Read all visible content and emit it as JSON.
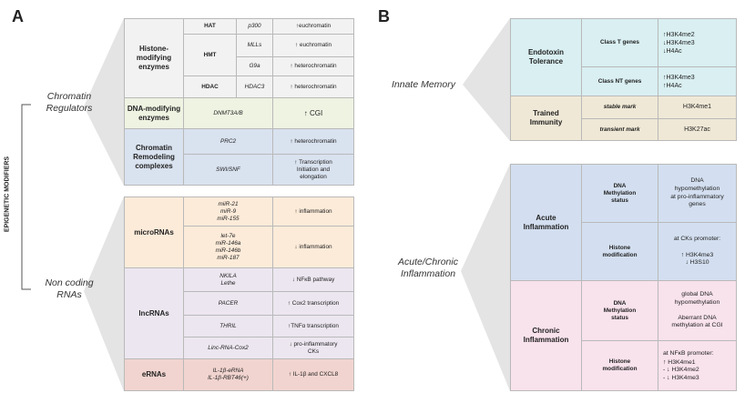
{
  "panel_a": {
    "letter": "A",
    "vertical_label": "EPIGENETIC MODIFIERS",
    "chromatin_regulators_label": "Chromatin\nRegulators",
    "non_coding_label": "Non coding\nRNAs",
    "histone_modifying": {
      "category": "Histone-\nmodifying\nenzymes",
      "hat": "HAT",
      "p300": "p300",
      "p300_effect": "↑euchromatin",
      "hmt": "HMT",
      "mlls": "MLLs",
      "mlls_effect": "↑ euchromatin",
      "g9a": "G9a",
      "g9a_effect": "↑ heterochromatin",
      "hdac": "HDAC",
      "hdac3": "HDAC3",
      "hdac3_effect": "↑ heterochromatin"
    },
    "dna_modifying": {
      "category": "DNA-modifying\nenzymes",
      "enzyme": "DNMT3A/B",
      "effect": "↑ CGI"
    },
    "chromatin_remodeling": {
      "category": "Chromatin\nRemodeling\ncomplexes",
      "prc2": "PRC2",
      "prc2_effect": "↑ heterochromatin",
      "swi": "SWI/SNF",
      "swi_effect": "↑ Transcription\nInitiation and\nelongation"
    },
    "micrornas": {
      "category": "microRNAs",
      "group1": "miiR-21\nmiR-9\nmiR-155",
      "group1_effect": "↑ inflammation",
      "group2": "let-7e\nmiR-146a\nmiR-146b\nmiR-187",
      "group2_effect": "↓ inflammation"
    },
    "lncrnas": {
      "category": "lncRNAs",
      "nkila": "NKILA\nLethe",
      "nkila_effect": "↓ NFκB pathway",
      "pacer": "PACER",
      "pacer_effect": "↑ Cox2 transcription",
      "thril": "THRIL",
      "thril_effect": "↑TNFα transcription",
      "linc": "Linc-RNA-Cox2",
      "linc_effect": "↓ pro-inflammatory\nCKs"
    },
    "ernas": {
      "category": "eRNAs",
      "items": "IL-1β-eRNA\nIL-1β-RBT46(+)",
      "effect": "↑ IL-1β and CXCL8"
    }
  },
  "panel_b": {
    "letter": "B",
    "innate_memory_label": "Innate Memory",
    "acute_chronic_label": "Acute/Chronic\nInflammation",
    "endotoxin": {
      "category": "Endotoxin\nTolerance",
      "class_t": "Class T genes",
      "class_t_effect": "↑H3K4me2\n↓H3K4me3\n↓H4Ac",
      "class_nt": "Class NT genes",
      "class_nt_effect": "↑H3K4me3\n↑H4Ac"
    },
    "trained": {
      "category": "Trained\nImmunity",
      "stable": "stable mark",
      "stable_value": "H3K4me1",
      "transient": "transient mark",
      "transient_value": "H3K27ac"
    },
    "acute": {
      "category": "Acute\nInflammation",
      "dna": "DNA\nMethylation\nstatus",
      "dna_value": "DNA\nhypomethylation\nat pro-inflammatory\ngenes",
      "histone": "Histone\nmodification",
      "histone_value": "at CKs promoter:\n\n↑ H3K4me3\n↓ H3S10"
    },
    "chronic": {
      "category": "Chronic\nInflammation",
      "dna": "DNA\nMethylation\nstatus",
      "dna_value": "global DNA\nhypomethylation\n\nAberrant  DNA\nmethylation at CGI",
      "histone": "Histone\nmodification",
      "histone_value_title": "at NFκB promoter:",
      "histone_value": "↑ H3K4me1\n- ↓ H3K4me2\n- ↓ H3K4me3"
    }
  },
  "colors": {
    "gray_bg": "#f2f2f2",
    "dna_green": "#eef3e2",
    "remodel_blue": "#d9e2ef",
    "mirna_peach": "#fcebd9",
    "lnc_lavender": "#ece6f0",
    "erna_pink": "#f1d4cf",
    "endo_cyan": "#d9eff2",
    "trained_tan": "#efe8d6",
    "acute_blue": "#d3dff0",
    "chronic_pink": "#f8e2ec",
    "funnel_gray": "#e4e4e4"
  }
}
